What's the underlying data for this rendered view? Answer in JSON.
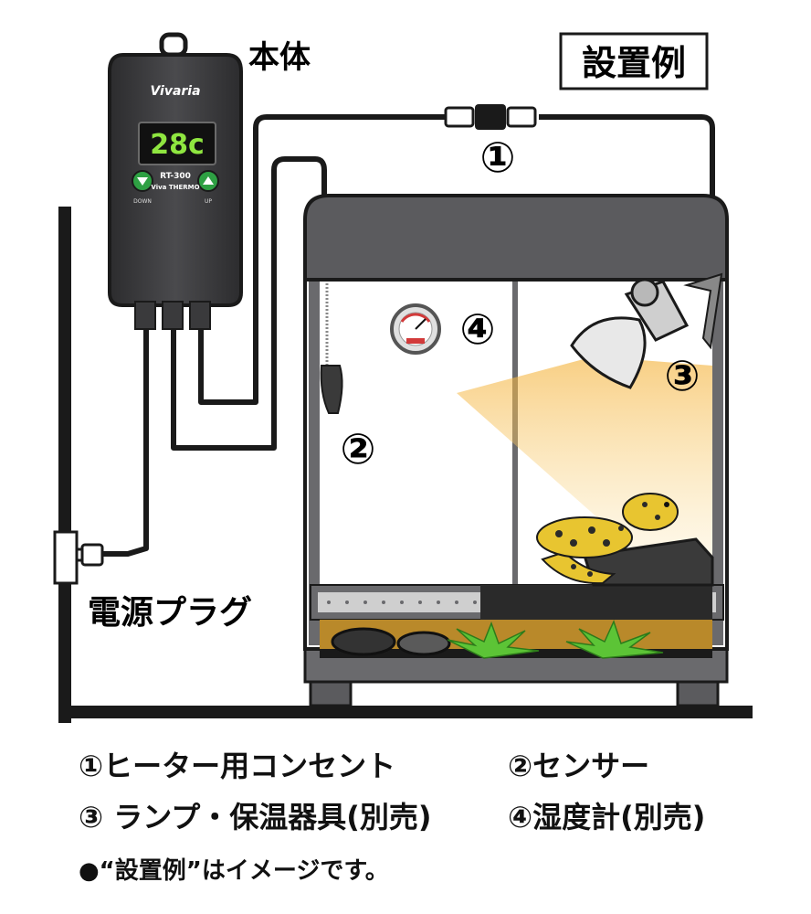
{
  "labels": {
    "title": "設置例",
    "body": "本体",
    "plug": "電源プラグ"
  },
  "device": {
    "brand": "Vivaria",
    "display": "28c",
    "model": "RT-300",
    "model_sub": "Viva THERMO",
    "down": "DOWN",
    "up": "UP"
  },
  "markers": [
    "①",
    "②",
    "③",
    "④"
  ],
  "legend": {
    "item1": "①ヒーター用コンセント",
    "item2": "②センサー",
    "item3": "③ ランプ・保温器具(別売)",
    "item4": "④湿度計(別売)"
  },
  "note": "●“設置例”はイメージです。",
  "colors": {
    "cable": "#1a1a1a",
    "device_body": "#3a3a3c",
    "lcd_digits": "#8fe640",
    "button_green": "#2ea043",
    "cage_roof": "#5b5b5e",
    "substrate": "#b9892a",
    "gecko": "#e8c530",
    "light_beam": "#f6c75a"
  }
}
